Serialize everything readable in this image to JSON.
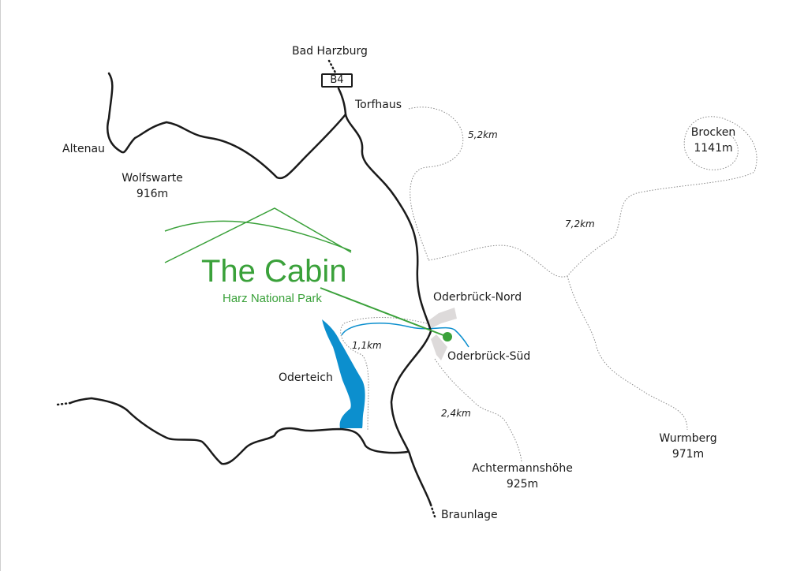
{
  "colors": {
    "brand_green": "#3aa13a",
    "water_blue": "#0c8fce",
    "road": "#1a1a1a",
    "trail": "#8a8a8a",
    "parking": "#dddada"
  },
  "logo": {
    "title": "The Cabin",
    "subtitle": "Harz National Park"
  },
  "road_sign": {
    "label": "B4"
  },
  "places": {
    "bad_harzburg": "Bad Harzburg",
    "torfhaus": "Torfhaus",
    "altenau": "Altenau",
    "wolfswarte_name": "Wolfswarte",
    "wolfswarte_elev": "916m",
    "brocken_name": "Brocken",
    "brocken_elev": "1141m",
    "oderbrueck_nord": "Oderbrück-Nord",
    "oderbrueck_sued": "Oderbrück-Süd",
    "oderteich": "Oderteich",
    "wurmberg_name": "Wurmberg",
    "wurmberg_elev": "971m",
    "achtermannshoehe_name": "Achtermannshöhe",
    "achtermannshoehe_elev": "925m",
    "braunlage": "Braunlage"
  },
  "distances": {
    "torfhaus": "5,2km",
    "brocken": "7,2km",
    "oderteich": "1,1km",
    "achtermannshoehe": "2,4km"
  }
}
